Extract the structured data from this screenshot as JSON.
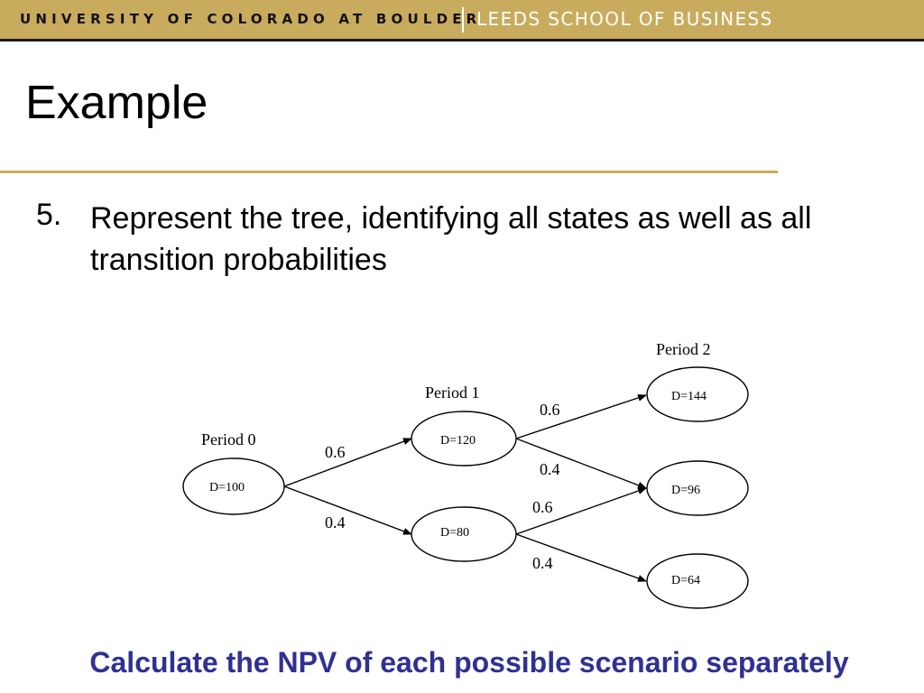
{
  "header": {
    "university": "UNIVERSITY OF COLORADO AT BOULDER",
    "school": "LEEDS SCHOOL OF BUSINESS",
    "bar_color": "#c9ab5e"
  },
  "slide": {
    "title": "Example",
    "bullet_number": "5.",
    "bullet_text": "Represent the tree, identifying all states as well as all transition probabilities"
  },
  "tree": {
    "period_labels": [
      "Period 0",
      "Period 1",
      "Period 2"
    ],
    "nodes": {
      "p0": "D=100",
      "p1_up": "D=120",
      "p1_down": "D=80",
      "p2_up": "D=144",
      "p2_mid": "D=96",
      "p2_down": "D=64"
    },
    "probabilities": {
      "p0_to_up": "0.6",
      "p0_to_down": "0.4",
      "up_to_up": "0.6",
      "up_to_mid": "0.4",
      "down_to_mid": "0.6",
      "down_to_down": "0.4"
    }
  },
  "footer": {
    "note": "Calculate the NPV of each possible scenario separately",
    "note_color": "#2f3192"
  }
}
